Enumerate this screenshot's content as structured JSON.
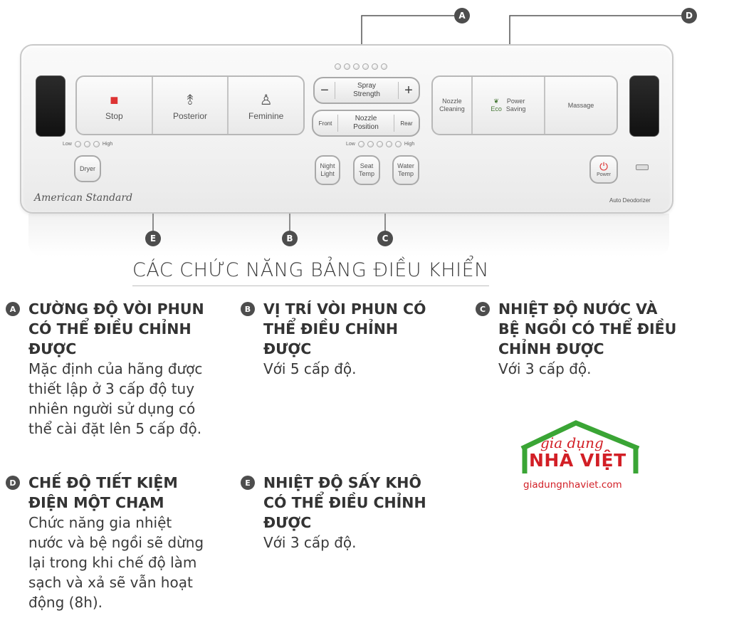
{
  "panel": {
    "spray_label": "Spray\nStrength",
    "minus": "−",
    "plus": "+",
    "nozzle_label": "Nozzle\nPosition",
    "front": "Front",
    "rear": "Rear",
    "stop": "Stop",
    "posterior": "Posterior",
    "feminine": "Feminine",
    "nozzle_cleaning": "Nozzle\nCleaning",
    "eco": "Eco",
    "power_saving": "Power\nSaving",
    "massage": "Massage",
    "night_light": "Night\nLight",
    "seat_temp": "Seat\nTemp",
    "water_temp": "Water\nTemp",
    "dryer": "Dryer",
    "power": "Power",
    "low": "Low",
    "high": "High",
    "brand": "American Standard",
    "auto_deodorizer": "Auto Deodorizer"
  },
  "markers": {
    "a": "A",
    "b": "B",
    "c": "C",
    "d": "D",
    "e": "E"
  },
  "heading": "CÁC CHỨC NĂNG BẢNG ĐIỀU KHIỂN",
  "features": {
    "a": {
      "mark": "A",
      "title": "CƯỜNG ĐỘ VÒI PHUN CÓ THỂ ĐIỀU CHỈNH ĐƯỢC",
      "desc": "Mặc định của hãng được thiết lập ở 3 cấp độ tuy nhiên người sử dụng có thể cài đặt lên 5 cấp độ."
    },
    "b": {
      "mark": "B",
      "title": "VỊ TRÍ VÒI PHUN CÓ THỂ ĐIỀU CHỈNH ĐƯỢC",
      "desc": "Với 5 cấp độ."
    },
    "c": {
      "mark": "C",
      "title": "NHIỆT ĐỘ NƯỚC VÀ BỆ NGỒI CÓ THỂ ĐIỀU CHỈNH ĐƯỢC",
      "desc": "Với 3 cấp độ."
    },
    "d": {
      "mark": "D",
      "title": "CHẾ ĐỘ TIẾT KIỆM ĐIỆN MỘT CHẠM",
      "desc": "Chức năng gia nhiệt nước và bệ ngồi sẽ dừng lại trong khi chế độ làm sạch và xả sẽ vẫn hoạt động (8h)."
    },
    "e": {
      "mark": "E",
      "title": "NHIỆT ĐỘ SẤY KHÔ CÓ THỂ ĐIỀU CHỈNH ĐƯỢC",
      "desc": "Với 3 cấp độ."
    }
  },
  "logo": {
    "gia_dung": "gia dụng",
    "nha_viet": "NHÀ VIỆT",
    "url": "giadungnhaviet.com"
  },
  "colors": {
    "marker": "#4d4d4d",
    "logo_red": "#d21f26",
    "logo_green": "#3aa535"
  }
}
